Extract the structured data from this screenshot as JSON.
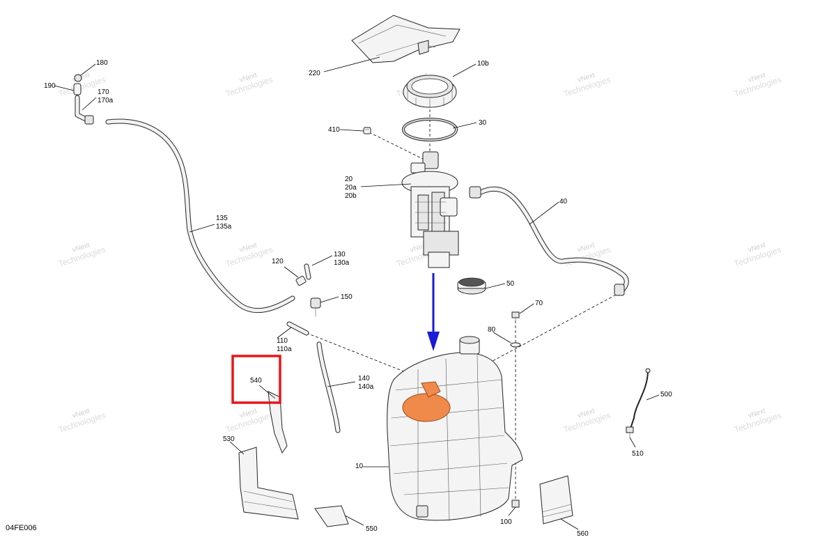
{
  "diagram": {
    "code": "04FE006",
    "watermark_line1": "vNext",
    "watermark_line2": "Technologies",
    "callouts": {
      "c180": "180",
      "c190": "190",
      "c170": "170",
      "c170a": "170a",
      "c220": "220",
      "c10b": "10b",
      "c410": "410",
      "c30": "30",
      "c20": "20",
      "c20a": "20a",
      "c20b": "20b",
      "c40": "40",
      "c135": "135",
      "c135a": "135a",
      "c130": "130",
      "c130a": "130a",
      "c120": "120",
      "c150": "150",
      "c50": "50",
      "c70": "70",
      "c80": "80",
      "c110": "110",
      "c110a": "110a",
      "c540": "540",
      "c140": "140",
      "c140a": "140a",
      "c500": "500",
      "c510": "510",
      "c530": "530",
      "c10": "10",
      "c100": "100",
      "c550": "550",
      "c560": "560"
    },
    "colors": {
      "highlight_box": "#e8151b",
      "arrow": "#1a1ad6",
      "orange_part": "#f08a4b"
    }
  }
}
